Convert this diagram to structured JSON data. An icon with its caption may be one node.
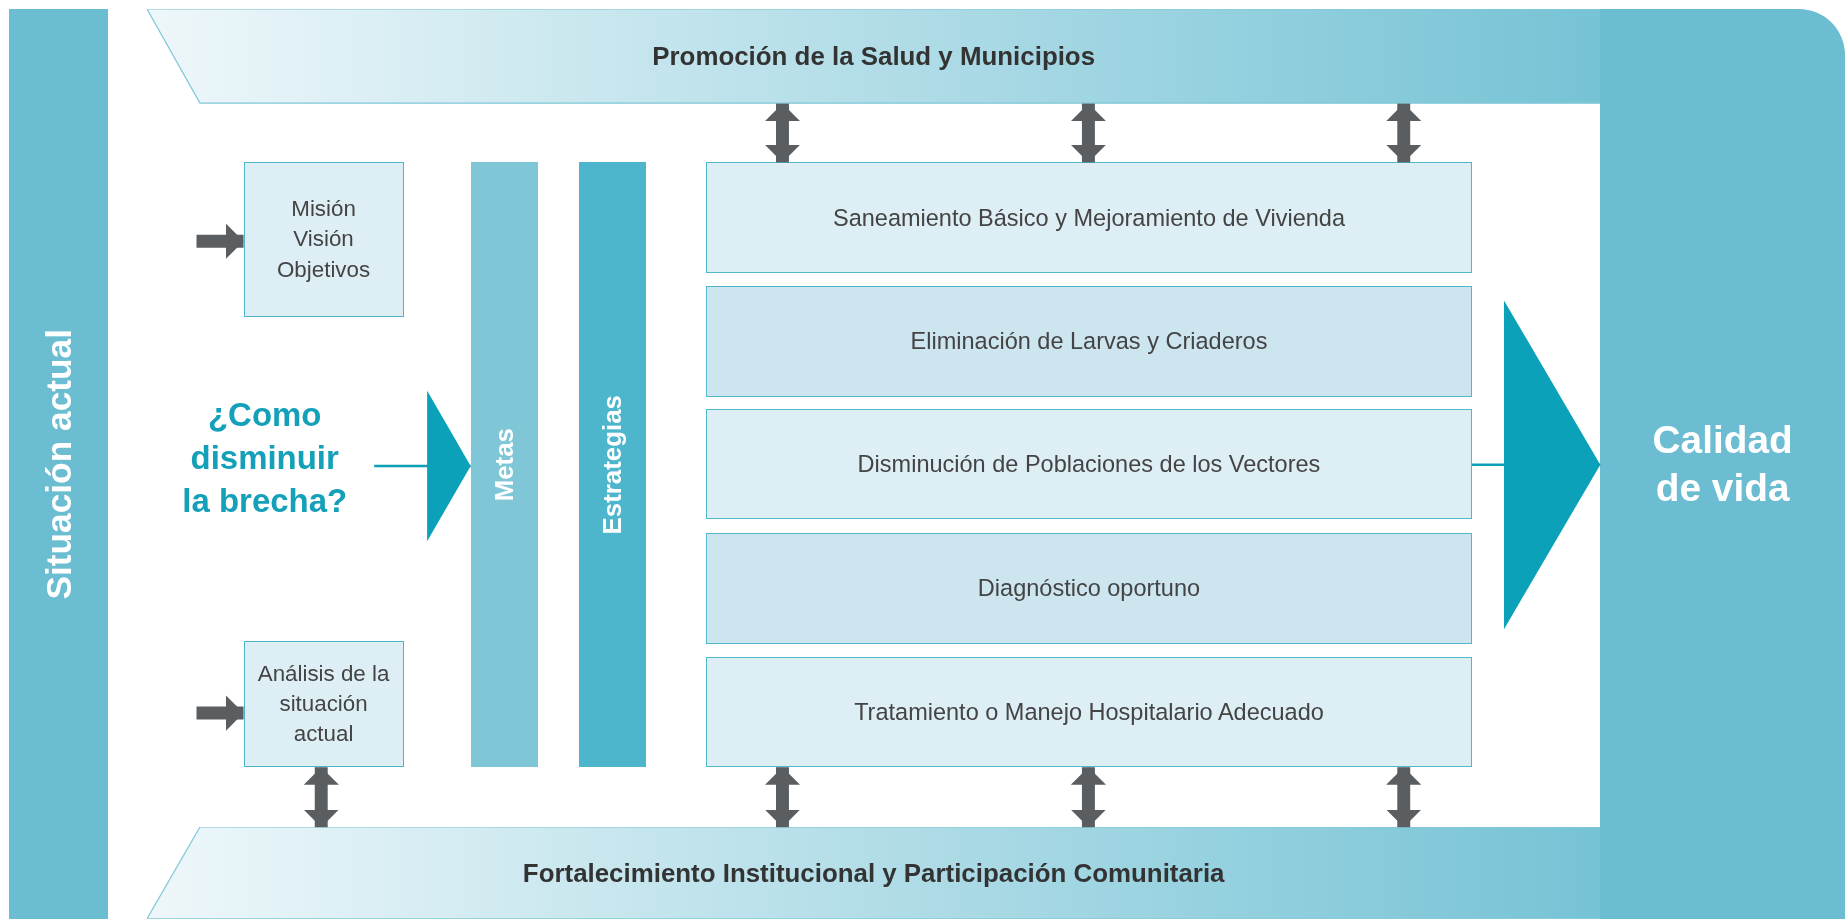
{
  "diagram": {
    "nodes": [
      {
        "text": [
          "Situación actual"
        ]
      },
      {
        "text": [
          "Promoción de la Salud y Municipios"
        ]
      },
      {
        "text": [
          "Fortalecimiento Institucional y Participación Comunitaria"
        ]
      },
      {
        "text": [
          "Calidad de vida"
        ]
      },
      {
        "text": [
          "Misión Visión Objetivos"
        ]
      },
      {
        "text": [
          "Análisis de la situación actual"
        ]
      },
      {
        "text": [
          "¿Como disminuir la brecha?"
        ]
      },
      {
        "text": [
          "Metas"
        ]
      },
      {
        "text": [
          "Estrategias"
        ]
      },
      {
        "text": [
          "Saneamiento Básico y Mejoramiento de Vivienda"
        ]
      },
      {
        "text": [
          "Eliminación de Larvas y Criaderos"
        ]
      },
      {
        "text": [
          "Disminución de Poblaciones de los Vectores"
        ]
      },
      {
        "text": [
          "Diagnóstico oportuno"
        ]
      },
      {
        "text": [
          "Tratamiento o Manejo Hospitalario Adecuado"
        ]
      }
    ],
    "edges": [
      {
        "from": null,
        "to": 4,
        "arrow": "to"
      },
      {
        "from": null,
        "to": 5,
        "arrow": "to"
      },
      {
        "from": 6,
        "to": 7,
        "arrow": "to"
      },
      {
        "from": 1,
        "to": 9,
        "arrow": "both"
      },
      {
        "from": 1,
        "to": 9,
        "arrow": "both"
      },
      {
        "from": 1,
        "to": 9,
        "arrow": "both"
      },
      {
        "from": 5,
        "to": 2,
        "arrow": "both"
      },
      {
        "from": 13,
        "to": 2,
        "arrow": "both"
      },
      {
        "from": 13,
        "to": 2,
        "arrow": "both"
      },
      {
        "from": 13,
        "to": 2,
        "arrow": "both"
      },
      {
        "from": 11,
        "to": 3,
        "arrow": "to"
      }
    ]
  }
}
